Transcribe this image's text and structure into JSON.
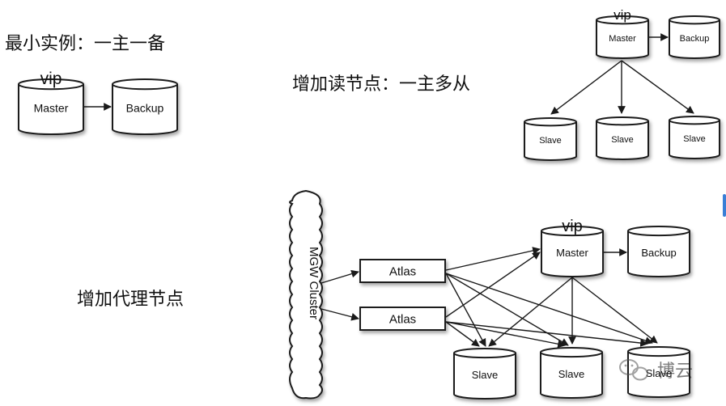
{
  "titles": {
    "minimal": "最小实例：一主一备",
    "read_scale": "增加读节点：一主多从",
    "proxy": "增加代理节点"
  },
  "labels": {
    "vip": "vip",
    "master": "Master",
    "backup": "Backup",
    "slave": "Slave",
    "atlas": "Atlas",
    "cluster": "MGW Cluster"
  },
  "watermark": {
    "text": "博云",
    "icon": "wechat-icon"
  },
  "colors": {
    "stroke": "#1a1a1a",
    "fill": "#ffffff",
    "accent": "#3a7fd6"
  }
}
